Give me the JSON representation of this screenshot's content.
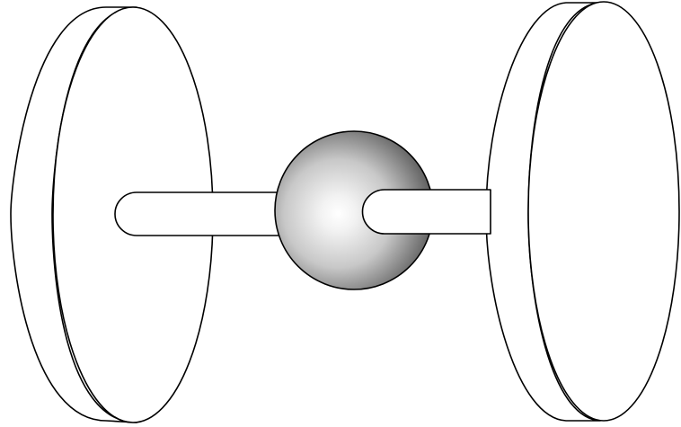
{
  "diagram": {
    "shapes": {
      "left_disk": "disk",
      "right_disk": "disk",
      "left_rod": "rod",
      "right_rod": "rod",
      "center_sphere": "sphere"
    },
    "colors": {
      "background": "#ffffff",
      "outline": "#000000",
      "sphere_highlight": "#ffffff",
      "sphere_mid": "#c8c8c8",
      "sphere_shadow": "#5a5a5a"
    }
  }
}
